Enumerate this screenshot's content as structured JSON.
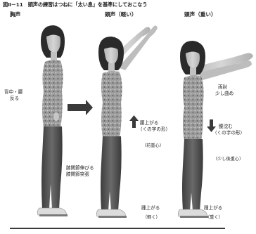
{
  "figure": {
    "title": "図Ⅱ－11　頭声の練習はつねに「太い息」を基準にしておこなう"
  },
  "columns": {
    "chest": {
      "label": "胸声",
      "annotations": {
        "back": [
          "背中・腰",
          "反る"
        ],
        "knees": [
          "膝関節伸びる",
          "膝関節突張"
        ]
      }
    },
    "head_light": {
      "label": "頭声（軽い）",
      "annotations": {
        "waist_up": [
          "腰上がる",
          "（くの字の形）"
        ],
        "front_weight": "（前重心）",
        "heel_up": "踵上がる",
        "light": "（軽く）"
      }
    },
    "head_heavy": {
      "label": "頭声（重い）",
      "annotations": {
        "elbows": [
          "両肘",
          "少し曲め"
        ],
        "waist_down": [
          "腰沈む",
          "（くの字の形）"
        ],
        "back_weight": "（少し後重心）",
        "heel_up": "踵上がる",
        "heavy": "（重く）"
      }
    }
  },
  "colors": {
    "skin": "#c9c9c9",
    "hair": "#2a2a2a",
    "shirt": "#8e8e8e",
    "jeans": "#4f4f4f",
    "shoe": "#dcdcdc",
    "arrow": "#3a3a3a",
    "floor": "#3a3a3a"
  },
  "icons": {
    "transition_arrow": "right-arrow-icon",
    "up_arrow": "up-arrow-icon",
    "down_arrow": "down-arrow-icon"
  }
}
